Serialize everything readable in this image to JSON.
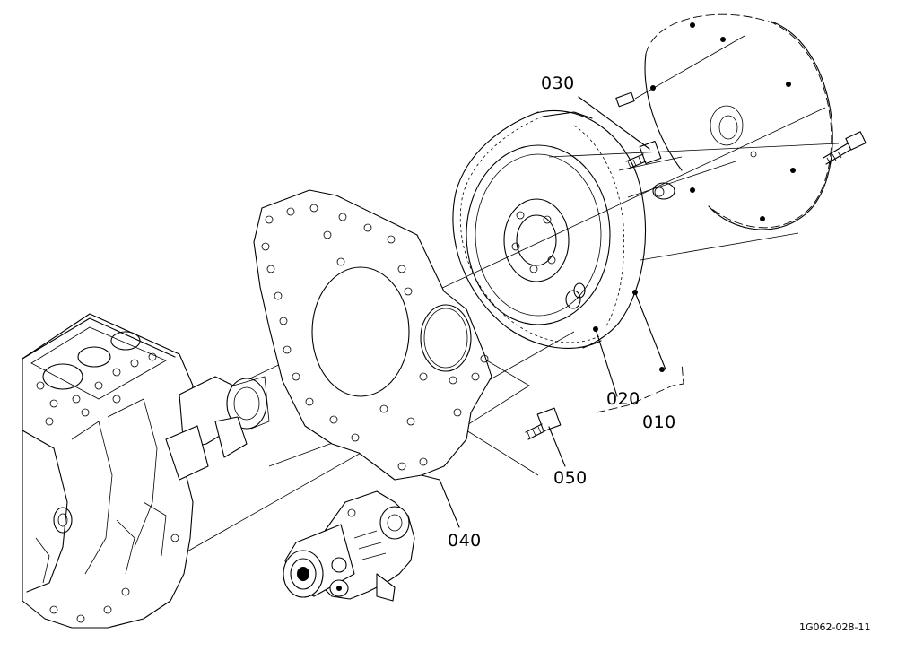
{
  "labels": {
    "part_030": "030",
    "part_020": "020",
    "part_010": "010",
    "part_050": "050",
    "part_040": "040"
  },
  "figure_ref": "1G062-028-11"
}
